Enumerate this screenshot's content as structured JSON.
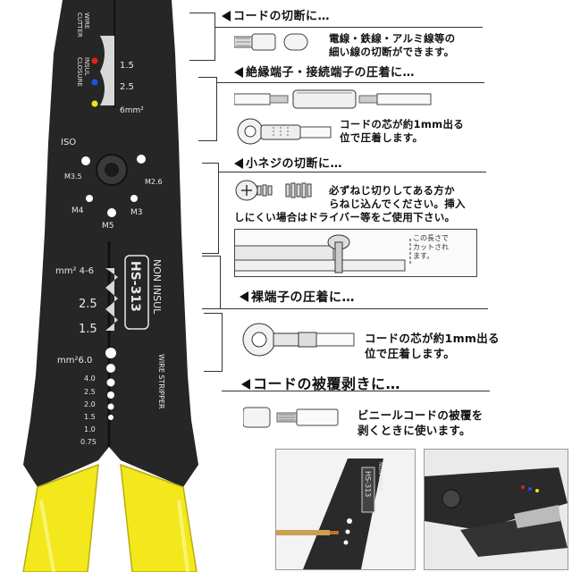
{
  "tool": {
    "top_label_1": "WIRE",
    "top_label_2": "CUTTER",
    "insul_label_1": "INSUL",
    "insul_label_2": "CLOSURE",
    "crimp_sizes": [
      "1.5",
      "2.5",
      "6mm²"
    ],
    "screw_labels": [
      "ISO",
      "M3.5",
      "M2.6",
      "M4",
      "M3",
      "M5"
    ],
    "model": "HS-313",
    "non_insul": "NON INSUL",
    "wire_stripper": "WIRE STRIPPER",
    "bare_unit": "mm² 4-6",
    "bare_sizes": [
      "2.5",
      "1.5"
    ],
    "strip_unit": "mm²6.0",
    "strip_sizes": [
      "4.0",
      "2.5",
      "2.0",
      "1.5",
      "1.0",
      "0.75"
    ],
    "handle_color": "#f2e81c",
    "body_color": "#262626"
  },
  "sections": [
    {
      "title": "コードの切断に…",
      "desc": [
        "電線・鉄線・アルミ線等の",
        "細い線の切断ができます。"
      ]
    },
    {
      "title": "絶縁端子・接続端子の圧着に…",
      "desc": [
        "コードの芯が約1mm出る",
        "位で圧着します。"
      ]
    },
    {
      "title": "小ネジの切断に…",
      "desc": [
        "必ずねじ切りしてある方か",
        "らねじ込んでください。挿入",
        "しにくい場合はドライバー等をご使用下さい。"
      ]
    },
    {
      "title": "裸端子の圧着に…",
      "desc": [
        "コードの芯が約1mm出る",
        "位で圧着します。"
      ]
    },
    {
      "title": "コードの被覆剥きに…",
      "desc": [
        "ビニールコードの被覆を",
        "剥くときに使います。"
      ]
    }
  ],
  "screw_note": [
    "この長さで",
    "カットされ",
    "ます。"
  ],
  "photo_labels": {
    "photo1_model": "HS-313",
    "photo1_insul": "NON INSUL"
  }
}
